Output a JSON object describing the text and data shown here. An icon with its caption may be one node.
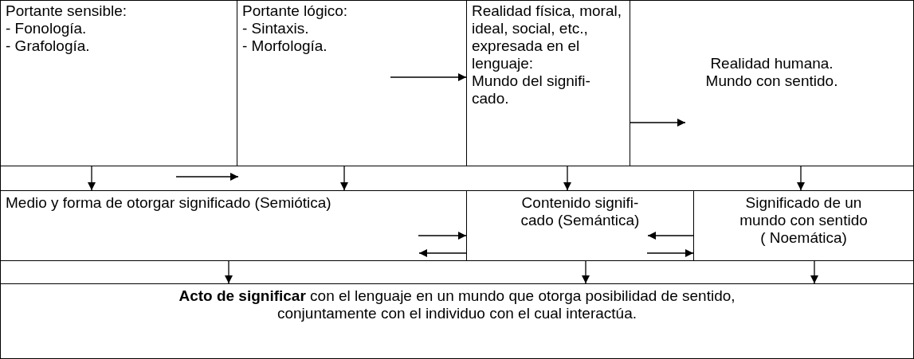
{
  "diagram": {
    "nodes": [
      {
        "text": [
          "Portante sensible:",
          "- Fonología.",
          "- Grafología."
        ]
      },
      {
        "text": [
          "Portante lógico:",
          "- Sintaxis.",
          "- Morfología."
        ]
      },
      {
        "text": [
          "Realidad física, moral, ideal, social, etc., expresada en el lenguaje:",
          "Mundo del signifi- cado."
        ]
      },
      {
        "text": [
          "Realidad humana. Mundo con sentido."
        ]
      },
      {
        "text": [
          "Medio y forma de otorgar significado (Semiótica)"
        ]
      },
      {
        "text": [
          "Contenido signifi- cado (Semántica)"
        ]
      },
      {
        "text": [
          "Significado de un mundo con sentido ( Noemática)"
        ]
      },
      {
        "text": [
          "**Acto de significar** con el lenguaje en un mundo que otorga posibilidad de sentido, conjuntamente con el individuo con el cual interactúa."
        ]
      }
    ],
    "edges": [
      {
        "from": 1,
        "to": 2,
        "arrow": "to"
      },
      {
        "from": 2,
        "to": 3,
        "arrow": "to"
      },
      {
        "from": 0,
        "to": 4,
        "arrow": "to"
      },
      {
        "from": 0,
        "to": 1,
        "arrow": "to"
      },
      {
        "from": 1,
        "to": 4,
        "arrow": "to"
      },
      {
        "from": 2,
        "to": 5,
        "arrow": "to"
      },
      {
        "from": 3,
        "to": 6,
        "arrow": "to"
      },
      {
        "from": 4,
        "to": 5,
        "arrow": "to"
      },
      {
        "from": 5,
        "to": 4,
        "arrow": "to"
      },
      {
        "from": 6,
        "to": 5,
        "arrow": "to"
      },
      {
        "from": 5,
        "to": 6,
        "arrow": "to"
      },
      {
        "from": 4,
        "to": 7,
        "arrow": "to"
      },
      {
        "from": 5,
        "to": 7,
        "arrow": "to"
      },
      {
        "from": 6,
        "to": 7,
        "arrow": "to"
      }
    ]
  }
}
